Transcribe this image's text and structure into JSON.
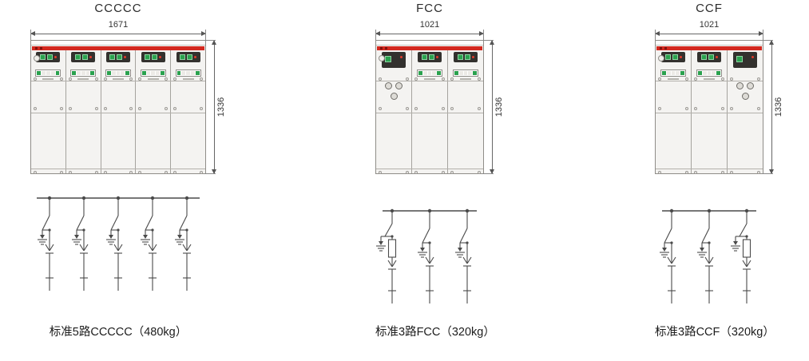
{
  "colors": {
    "line": "#4a4a4a",
    "red_stripe": "#d3281e",
    "green_indicator": "#2aa14e",
    "cabinet_fill": "#f4f3f1",
    "cabinet_border": "#8f8d88"
  },
  "units": [
    {
      "title": "CCCCC",
      "width_label": "1671",
      "height_label": "1336",
      "caption": "标准5路CCCCC（480kg）",
      "panel_types": [
        "C",
        "C",
        "C",
        "C",
        "C"
      ],
      "circuits": [
        "C",
        "C",
        "C",
        "C",
        "C"
      ]
    },
    {
      "title": "FCC",
      "width_label": "1021",
      "height_label": "1336",
      "caption": "标准3路FCC（320kg）",
      "panel_types": [
        "F",
        "C",
        "C"
      ],
      "circuits": [
        "F",
        "C",
        "C"
      ]
    },
    {
      "title": "CCF",
      "width_label": "1021",
      "height_label": "1336",
      "caption": "标准3路CCF（320kg）",
      "panel_types": [
        "C",
        "C",
        "F"
      ],
      "circuits": [
        "C",
        "C",
        "F"
      ]
    }
  ]
}
